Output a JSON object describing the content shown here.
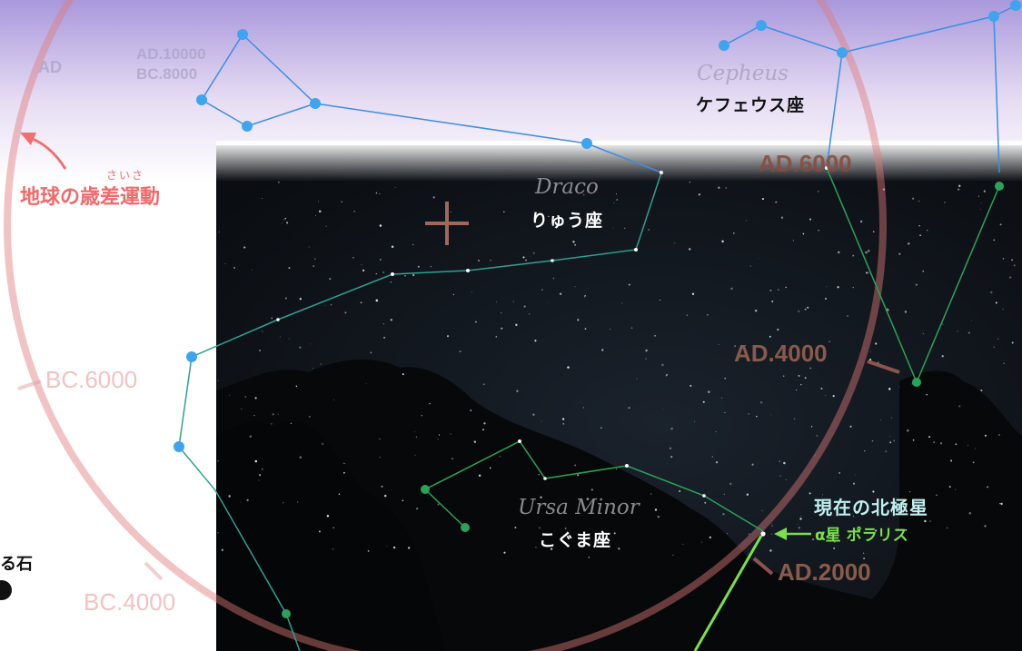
{
  "precession": {
    "title": "地球の歳差運動",
    "furigana": "さいさ"
  },
  "constellations": {
    "cepheus": {
      "latin": "Cepheus",
      "japanese": "ケフェウス座"
    },
    "draco": {
      "latin": "Draco",
      "japanese": "りゅう座"
    },
    "ursa_minor": {
      "latin": "Ursa Minor",
      "japanese": "こぐま座"
    }
  },
  "polaris": {
    "heading": "現在の北極星",
    "label": "α星 ポラリス"
  },
  "epochs": {
    "ad_2000": "AD.2000",
    "ad_4000": "AD.4000",
    "ad_6000": "AD.6000",
    "bc_4000": "BC.4000",
    "bc_6000": "BC.6000"
  },
  "bleed_text": {
    "left_fragment": "る石",
    "top_ad10000": "AD.10000",
    "top_bc8000": "BC.8000",
    "top_ad_left": "AD"
  },
  "colors": {
    "circle": "#e07a7a",
    "pink_label": "#f06a6a",
    "blue_star": "#3fa4ee",
    "green_star": "#2aa35a",
    "polaris_text": "#bff0f0",
    "polaris_arrow": "#7be04a",
    "sky_top": "#b8a6e0",
    "night_sky": "#0d1116"
  }
}
